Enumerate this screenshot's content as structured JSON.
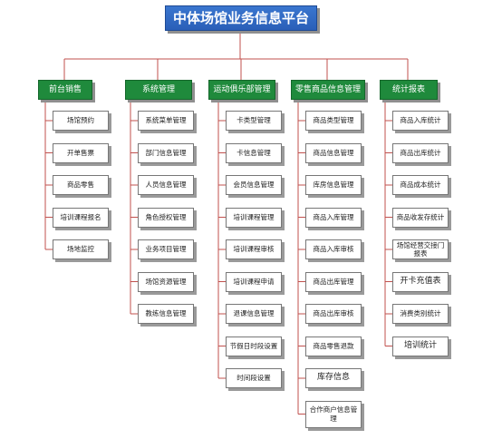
{
  "title": "中体场馆业务信息平台",
  "columns": [
    {
      "label": "前台销售",
      "items": [
        "场馆预约",
        "开单售票",
        "商品零售",
        "培训课程报名",
        "场地监控"
      ]
    },
    {
      "label": "系统管理",
      "items": [
        "系统菜单管理",
        "部门信息管理",
        "人员信息管理",
        "角色授权管理",
        "业务项目管理",
        "场馆资源管理",
        "教练信息管理"
      ]
    },
    {
      "label": "运动俱乐部管理",
      "items": [
        "卡类型管理",
        "卡信息管理",
        "会员信息管理",
        "培训课程管理",
        "培训课程审核",
        "培训课程申请",
        "退课信息管理",
        "节假日时段设置",
        "时间段设置"
      ]
    },
    {
      "label": "零售商品信息管理",
      "items": [
        "商品类型管理",
        "商品信息管理",
        "库房信息管理",
        "商品入库管理",
        "商品入库审核",
        "商品出库管理",
        "商品出库审核",
        "商品零售退款",
        "库存信息",
        "合作商户信息管理"
      ]
    },
    {
      "label": "统计报表",
      "items": [
        "商品入库统计",
        "商品出库统计",
        "商品成本统计",
        "商品收发存统计",
        "场馆经营交接门报表",
        "开卡充值表",
        "消费类别统计",
        "培训统计"
      ]
    }
  ]
}
